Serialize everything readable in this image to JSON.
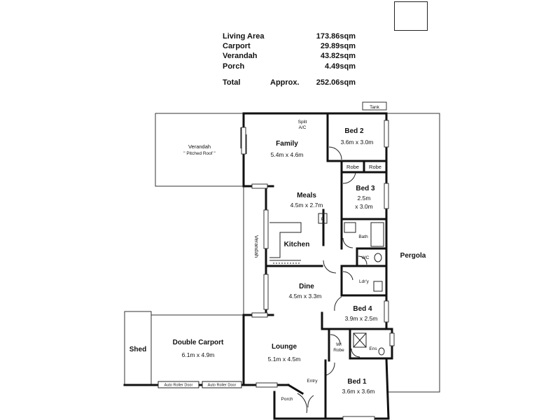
{
  "summary": {
    "rows": [
      {
        "label": "Living Area",
        "value": "173.86sqm"
      },
      {
        "label": "Carport",
        "value": "29.89sqm"
      },
      {
        "label": "Verandah",
        "value": "43.82sqm"
      },
      {
        "label": "Porch",
        "value": "4.49sqm"
      }
    ],
    "total": {
      "label": "Total",
      "approx": "Approx.",
      "value": "252.06sqm"
    }
  },
  "rooms": {
    "family": {
      "name": "Family",
      "dims": "5.4m x 4.6m"
    },
    "bed2": {
      "name": "Bed 2",
      "dims": "3.6m x 3.0m"
    },
    "bed3": {
      "name": "Bed 3",
      "dims1": "2.5m",
      "dims2": "x 3.0m"
    },
    "meals": {
      "name": "Meals",
      "dims": "4.5m x 2.7m"
    },
    "kitchen": {
      "name": "Kitchen"
    },
    "dine": {
      "name": "Dine",
      "dims": "4.5m x 3.3m"
    },
    "bed4": {
      "name": "Bed 4",
      "dims": "3.9m x 2.5m"
    },
    "lounge": {
      "name": "Lounge",
      "dims": "5.1m x 4.5m"
    },
    "bed1": {
      "name": "Bed 1",
      "dims": "3.6m x 3.6m"
    },
    "carport": {
      "name": "Double Carport",
      "dims": "6.1m x 4.9m"
    },
    "shed": {
      "name": "Shed"
    },
    "pergola": {
      "name": "Pergola"
    },
    "verandah_top": {
      "name": "Verandah",
      "note": "\" Pitched Roof \""
    },
    "verandah_side": {
      "name": "Verandah"
    }
  },
  "small_labels": {
    "tank": "Tank",
    "split1": "Split",
    "split2": "A/C",
    "robe1": "Robe",
    "robe2": "Robe",
    "bath": "Bath",
    "wc": "WC",
    "laundry": "Ldr'y",
    "wi1": "WI",
    "wi2": "Robe",
    "ens": "Ens",
    "entry": "Entry",
    "porch": "Porch",
    "pantry": "P",
    "auto_door_1": "Auto Roller Door",
    "auto_door_2": "Auto Roller Door"
  }
}
